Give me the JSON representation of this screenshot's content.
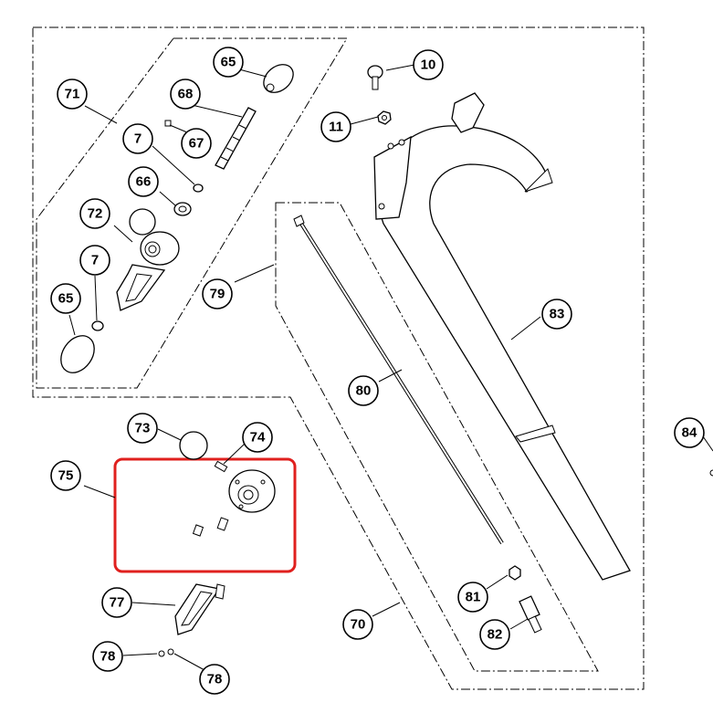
{
  "callouts": {
    "c65a": "65",
    "c10": "10",
    "c68": "68",
    "c71": "71",
    "c11": "11",
    "c7a": "7",
    "c67": "67",
    "c66": "66",
    "c72": "72",
    "c7b": "7",
    "c79": "79",
    "c83": "83",
    "c65b": "65",
    "c80": "80",
    "c73": "73",
    "c74": "74",
    "c84": "84",
    "c75": "75",
    "c77": "77",
    "c81": "81",
    "c70": "70",
    "c82": "82",
    "c78a": "78",
    "c78b": "78"
  },
  "colors": {
    "highlight_box": "#e0201e",
    "line": "#000000"
  }
}
